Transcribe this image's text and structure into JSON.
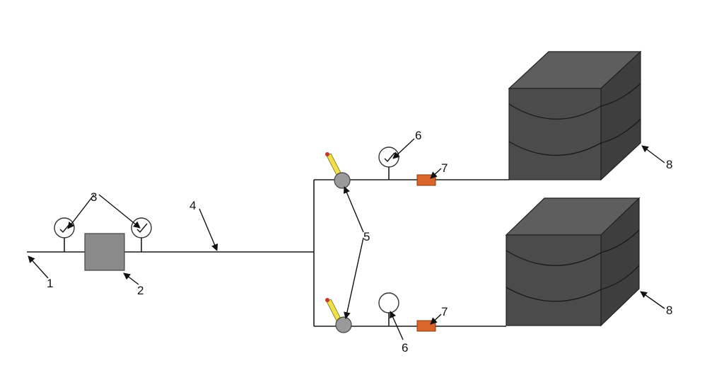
{
  "labels": {
    "l1": "1",
    "l2": "2",
    "l3": "3",
    "l4": "4",
    "l5": "5",
    "l6_top": "6",
    "l6_bottom": "6",
    "l7_top": "7",
    "l7_bottom": "7",
    "l8_top": "8",
    "l8_bottom": "8"
  },
  "colors": {
    "pipe": "#1a1a1a",
    "filter_box": "#8a8a8a",
    "valve_body": "#9a9a9a",
    "valve_handle": "#f2e04a",
    "valve_tip": "#c0392b",
    "flow_meter": "#d9652b",
    "block_front": "#4b4b4b",
    "block_top": "#5e5e5e",
    "block_side": "#3e3e3e"
  },
  "icons": {
    "gauge": "pressure-gauge-icon",
    "valve": "ball-valve-icon",
    "meter": "flow-meter-icon",
    "block": "soil-block-icon",
    "filter": "filter-box-icon"
  }
}
